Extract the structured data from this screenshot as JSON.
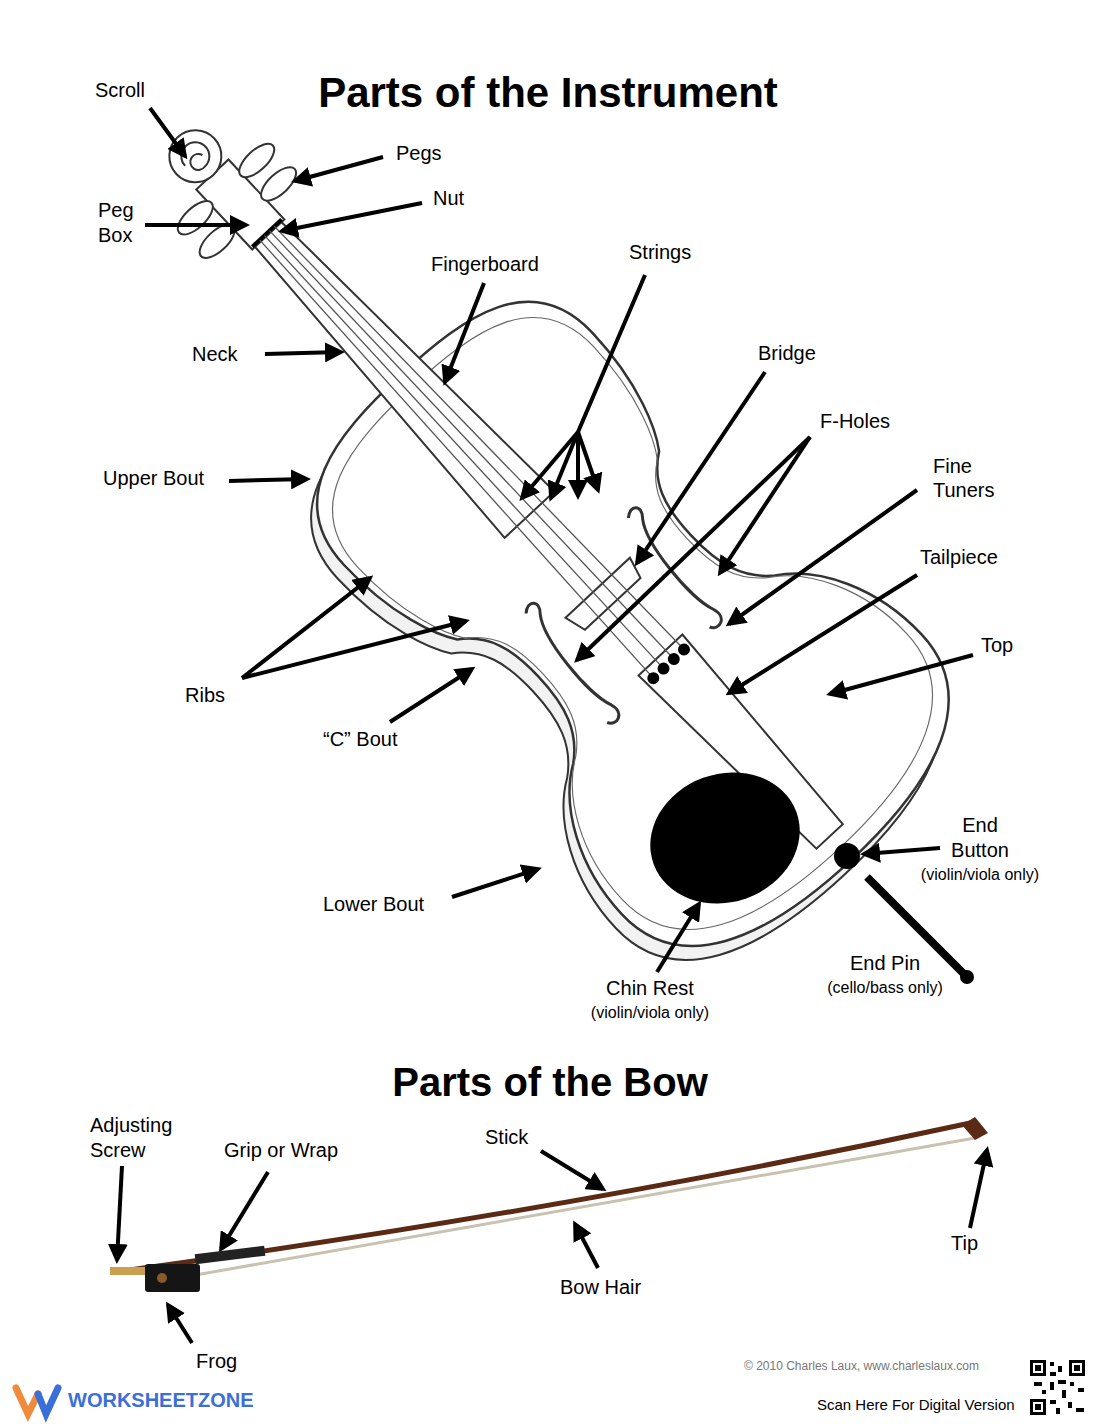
{
  "diagram": {
    "title": "Parts of the Instrument",
    "labels": [
      "Scroll",
      "Pegs",
      "Peg Box",
      "Nut",
      "Fingerboard",
      "Strings",
      "Neck",
      "Bridge",
      "F-Holes",
      "Fine Tuners",
      "Upper Bout",
      "Tailpiece",
      "Top",
      "Ribs",
      "“C” Bout",
      "End Button",
      "(violin/viola only)",
      "Lower Bout",
      "End Pin",
      "(cello/bass only)",
      "Chin Rest",
      "(violin/viola only)",
      "Parts of the Bow",
      "Adjusting Screw",
      "Grip or Wrap",
      "Stick",
      "Tip",
      "Bow Hair",
      "Frog",
      "© 2010 Charles Laux, www.charleslaux.com",
      "Scan Here For Digital Version",
      "WORKSHEETZONE"
    ]
  }
}
